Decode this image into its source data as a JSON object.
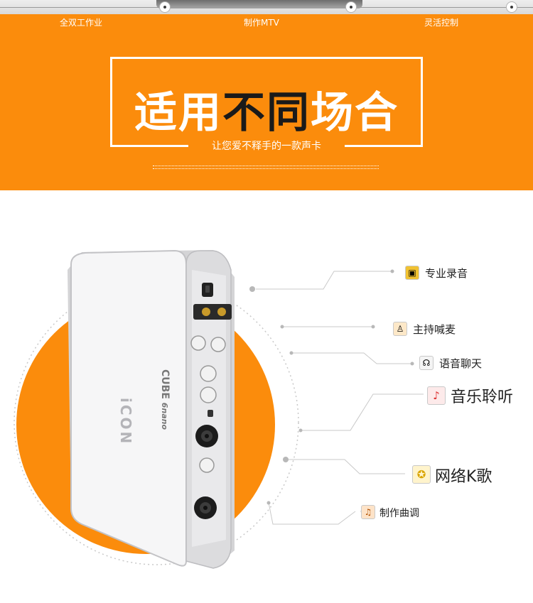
{
  "features": [
    "全双工作业",
    "制作MTV",
    "灵活控制"
  ],
  "headline": {
    "part1": "适用",
    "part2": "不同",
    "part3": "场合",
    "subtitle": "让您爱不释手的一款声卡"
  },
  "device": {
    "brand": "iCON",
    "model": "CUBE",
    "model_suffix": "6nano"
  },
  "uses": [
    {
      "label": "专业录音",
      "icon": "tape-recorder-icon"
    },
    {
      "label": "主持喊麦",
      "icon": "microphone-host-icon"
    },
    {
      "label": "语音聊天",
      "icon": "chat-headset-icon"
    },
    {
      "label": "音乐聆听",
      "icon": "music-listen-icon"
    },
    {
      "label": "网络K歌",
      "icon": "karaoke-medal-icon"
    },
    {
      "label": "制作曲调",
      "icon": "music-compose-icon"
    }
  ],
  "colors": {
    "brand_orange": "#fb8c0c",
    "text_dark": "#1a1a1a"
  }
}
